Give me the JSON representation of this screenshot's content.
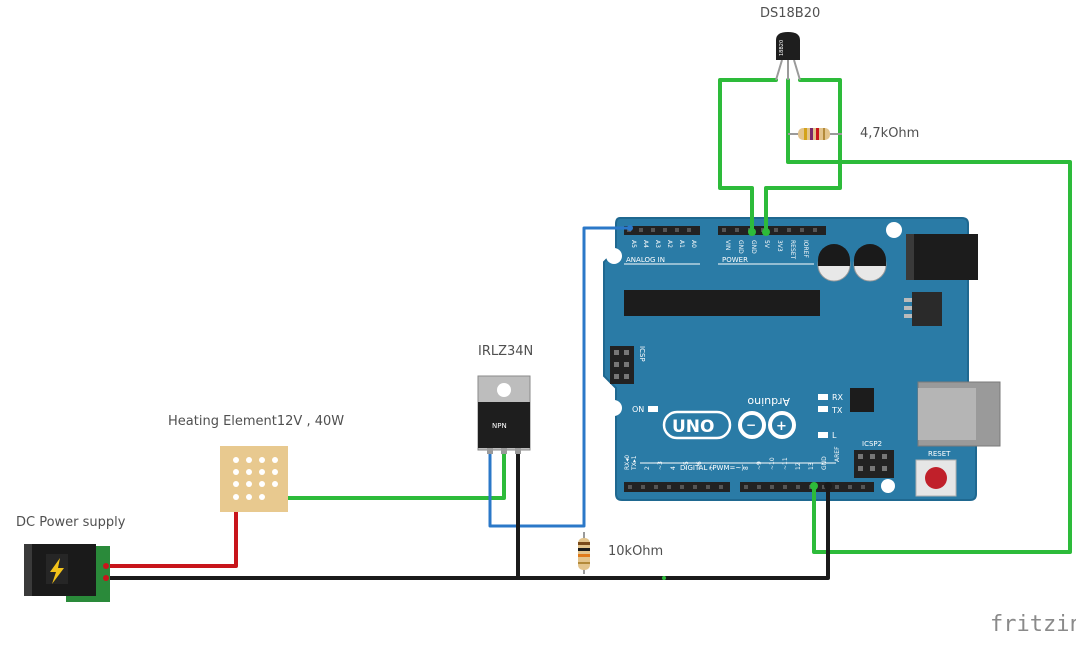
{
  "labels": {
    "ds18b20": "DS18B20",
    "r47k": "4,7kOhm",
    "irlz34n": "IRLZ34N",
    "heater": "Heating Element12V , 40W",
    "dc_supply": "DC Power supply",
    "r10k": "10kOhm",
    "brand": "fritzing"
  },
  "arduino": {
    "power_header": "POWER",
    "analog_header": "ANALOG IN",
    "digital_header": "DIGITAL (PWM=~)",
    "analog_pins": [
      "A5",
      "A4",
      "A3",
      "A2",
      "A1",
      "A0"
    ],
    "power_pins": [
      "VIN",
      "GND",
      "GND",
      "5V",
      "3V3",
      "RESET",
      "IOREF"
    ],
    "digital_pins_high": [
      "AREF",
      "GND",
      "13",
      "12",
      "~11",
      "~10",
      "~9",
      "8"
    ],
    "digital_pins_low": [
      "7",
      "~6",
      "~5",
      "4",
      "~3",
      "2",
      "TX▸1",
      "RX◂0"
    ],
    "icsp": "ICSP",
    "icsp2": "ICSP2",
    "on": "ON",
    "rx": "RX",
    "tx": "TX",
    "l": "L",
    "uno": "UNO",
    "brand_name": "Arduino",
    "reset": "RESET",
    "npn_marking": "NPN",
    "sensor_marking": "18B20"
  },
  "colors": {
    "board": "#2a7ba6",
    "board_edge": "#1f6890",
    "wire_green": "#2dbb3a",
    "wire_black": "#1a1a1a",
    "wire_red": "#c8151b",
    "wire_blue": "#2b78c8",
    "header": "#222222",
    "perfboard": "#e8c98f"
  }
}
